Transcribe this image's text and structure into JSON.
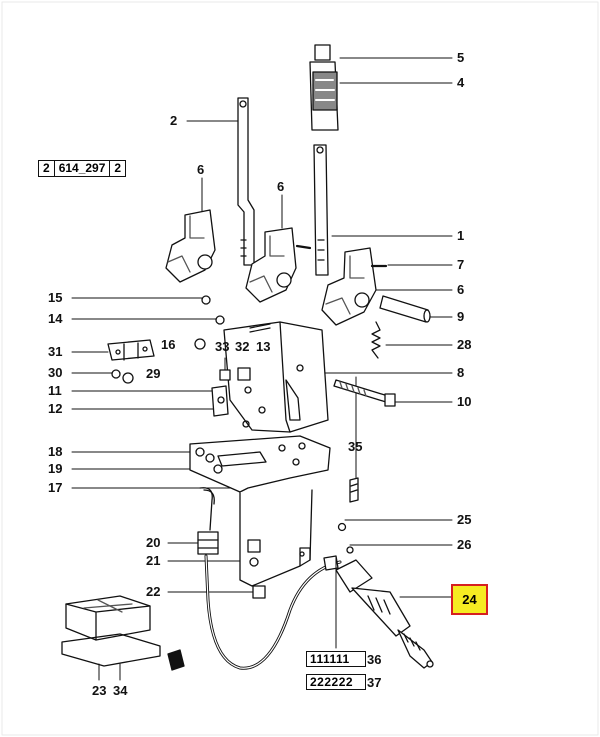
{
  "diagram": {
    "ref_box": [
      "2",
      "614_297",
      "2"
    ],
    "callouts": {
      "c1": "1",
      "c2": "2",
      "c4": "4",
      "c5": "5",
      "c6a": "6",
      "c6b": "6",
      "c6c": "6",
      "c7": "7",
      "c8": "8",
      "c9": "9",
      "c10": "10",
      "c11": "11",
      "c12": "12",
      "c13": "13",
      "c14": "14",
      "c15": "15",
      "c16": "16",
      "c17": "17",
      "c18": "18",
      "c19": "19",
      "c20": "20",
      "c21": "21",
      "c22": "22",
      "c23": "23",
      "c24": "24",
      "c25": "25",
      "c26": "26",
      "c28": "28",
      "c29": "29",
      "c30": "30",
      "c31": "31",
      "c32": "32",
      "c33": "33",
      "c34": "34",
      "c35": "35",
      "c36": "36",
      "c37": "37"
    },
    "rail_36": "111111",
    "rail_37": "222222",
    "highlight": "24",
    "colors": {
      "ink": "#111111",
      "highlight_fill": "#f6ec22",
      "highlight_border": "#d62020"
    }
  }
}
